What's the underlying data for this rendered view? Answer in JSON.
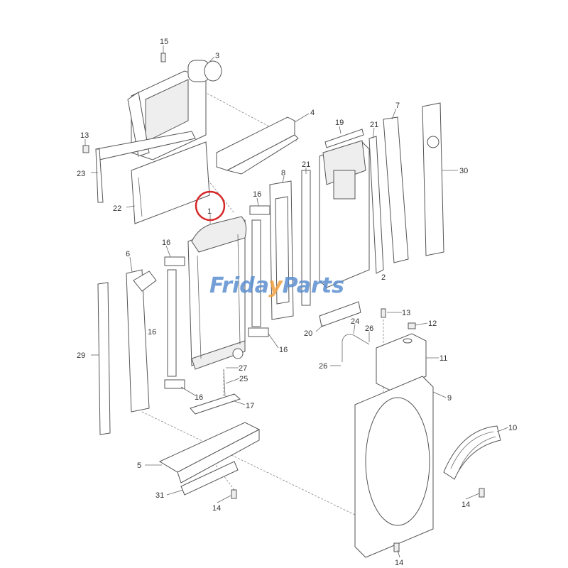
{
  "watermark": {
    "part1": "Frida",
    "part2": "y",
    "part3": "Parts",
    "blue": "#5b8fd0",
    "orange": "#f0a040"
  },
  "highlight": {
    "part": "1",
    "color": "#d62828"
  },
  "callouts": [
    "15",
    "3",
    "4",
    "13",
    "23",
    "22",
    "19",
    "7",
    "21",
    "30",
    "8",
    "21",
    "16",
    "1",
    "6",
    "16",
    "16",
    "29",
    "2",
    "20",
    "13",
    "24",
    "26",
    "12",
    "11",
    "16",
    "27",
    "25",
    "26",
    "17",
    "16",
    "9",
    "10",
    "5",
    "31",
    "14",
    "14",
    "14"
  ]
}
